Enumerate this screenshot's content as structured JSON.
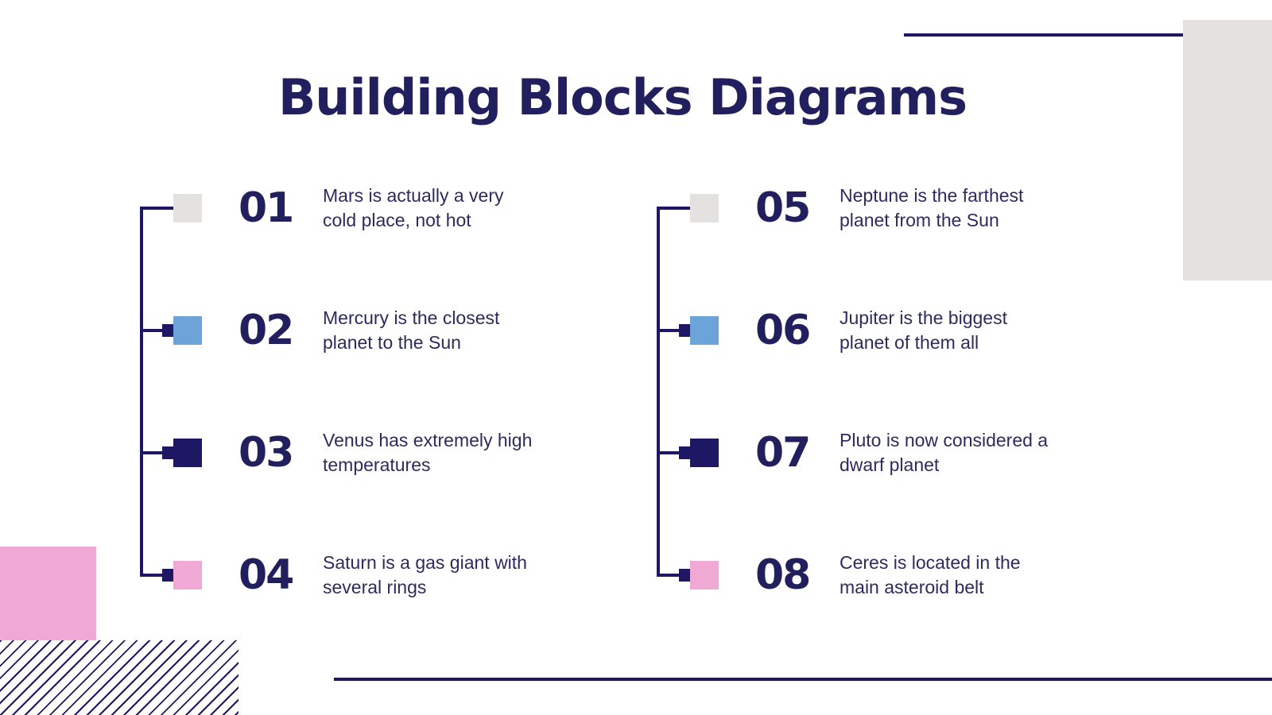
{
  "slide": {
    "title": "Building Blocks Diagrams"
  },
  "colors": {
    "navy": "#1e1763",
    "blue": "#6ca4d9",
    "pink": "#f0a9d5",
    "gray": "#e4e2e0",
    "title": "#221f5e",
    "text": "#2d2b5e"
  },
  "columns": [
    {
      "items": [
        {
          "number": "01",
          "color": "gray",
          "text": "Mars is actually a very\ncold place, not hot"
        },
        {
          "number": "02",
          "color": "blue",
          "text": "Mercury is the closest\nplanet to the Sun"
        },
        {
          "number": "03",
          "color": "navy",
          "text": "Venus has extremely high\ntemperatures"
        },
        {
          "number": "04",
          "color": "pink",
          "text": "Saturn is a gas giant with\nseveral rings"
        }
      ]
    },
    {
      "items": [
        {
          "number": "05",
          "color": "gray",
          "text": "Neptune is the farthest\nplanet from the Sun"
        },
        {
          "number": "06",
          "color": "blue",
          "text": "Jupiter is the biggest\nplanet of them all"
        },
        {
          "number": "07",
          "color": "navy",
          "text": "Pluto is now considered a\ndwarf planet"
        },
        {
          "number": "08",
          "color": "pink",
          "text": "Ceres is located in the\nmain asteroid belt"
        }
      ]
    }
  ]
}
